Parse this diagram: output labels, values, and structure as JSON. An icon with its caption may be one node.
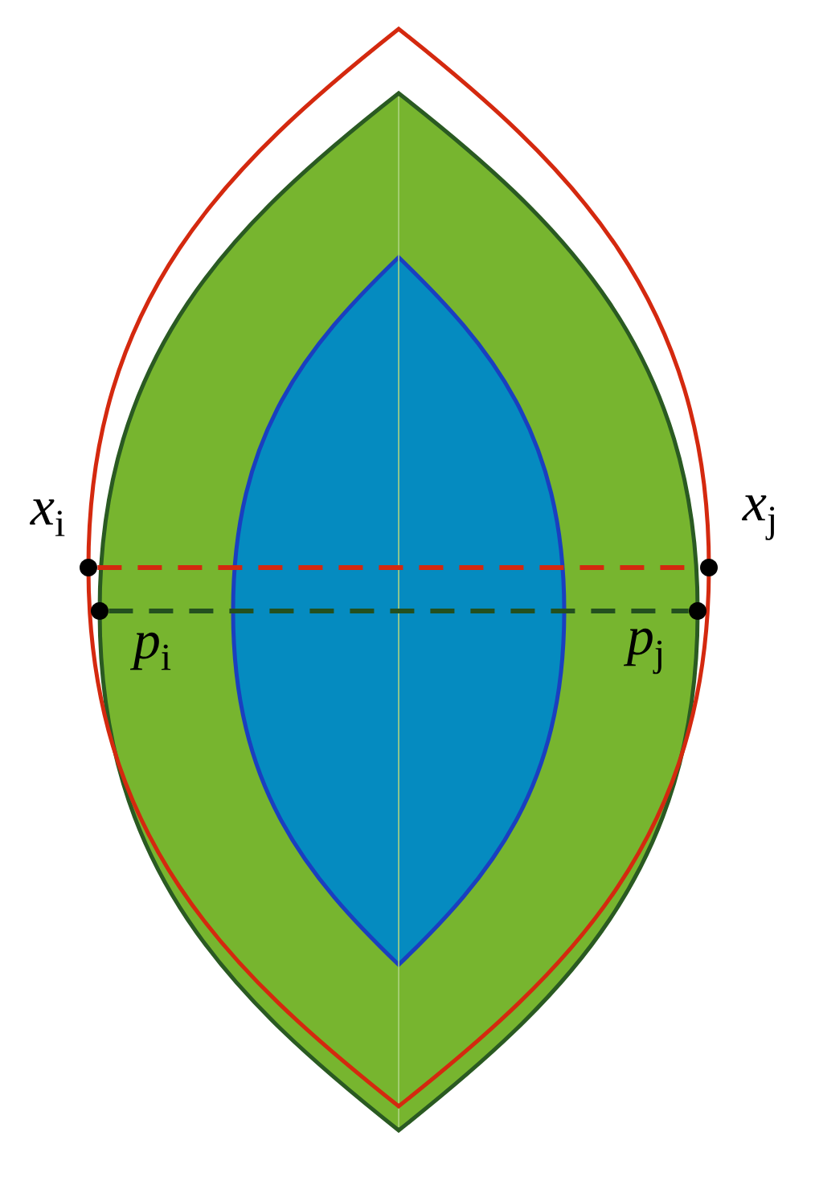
{
  "diagram": {
    "nodes": [
      {
        "text": [],
        "shape": "circle",
        "beside": [
          "*x*$_{i}$"
        ]
      },
      {
        "text": [],
        "shape": "circle",
        "beside": [
          "*x*$_{j}$"
        ]
      },
      {
        "text": [],
        "shape": "circle",
        "beside": [
          "*p*$_{i}$"
        ]
      },
      {
        "text": [],
        "shape": "circle",
        "beside": [
          "*p*$_{j}$"
        ]
      }
    ],
    "edges": [
      {
        "from": 0,
        "to": 1,
        "arrow": "none",
        "style": "dashed",
        "color": "#d4290f"
      },
      {
        "from": 2,
        "to": 3,
        "arrow": "none",
        "style": "dashed",
        "color": "#24501f"
      }
    ]
  }
}
